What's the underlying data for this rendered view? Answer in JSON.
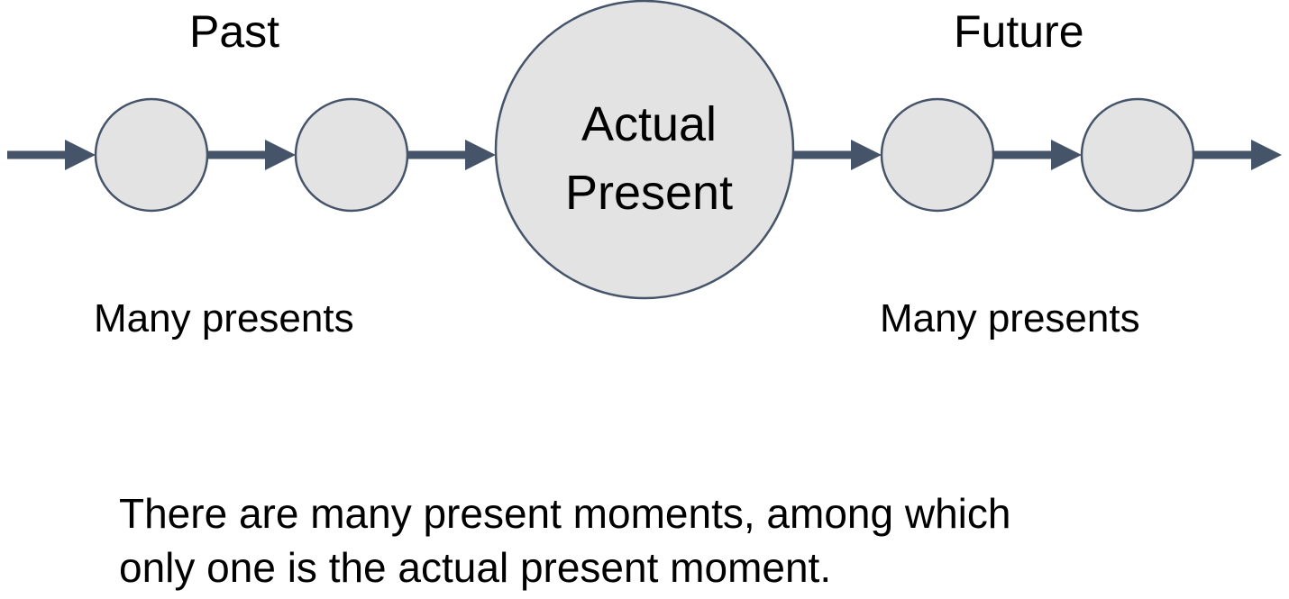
{
  "labels": {
    "past": "Past",
    "future": "Future",
    "actual_present_line1": "Actual",
    "actual_present_line2": "Present",
    "many_presents_left": "Many presents",
    "many_presents_right": "Many presents"
  },
  "caption": {
    "line1": "There are many present moments, among which",
    "line2": "only one is the actual present moment."
  },
  "colors": {
    "arrow": "#46546a",
    "node_fill": "#e3e3e3",
    "node_stroke": "#46546a",
    "text": "#000000"
  }
}
